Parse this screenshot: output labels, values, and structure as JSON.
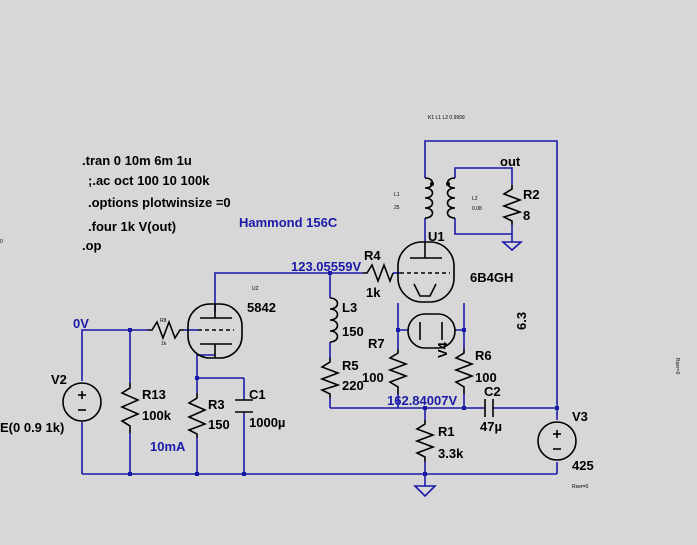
{
  "directives": {
    "tran": ".tran 0 10m 6m 1u",
    "ac": ";.ac oct 100 10 100k",
    "options": ".options plotwinsize =0",
    "four": ".four 1k V(out)",
    "op": ".op"
  },
  "transformer_note": "Hammond 156C",
  "node_labels": {
    "grid_in": "0V",
    "u2_plate": "123.05559V",
    "b_plus": "162.84007V",
    "out": "out",
    "current": "10mA"
  },
  "parts": {
    "u1_name": "U1",
    "u1_value": "6B4GH",
    "u2_name": "U2",
    "u2_value": "5842",
    "r1_name": "R1",
    "r1_value": "3.3k",
    "r2_name": "R2",
    "r2_value": "8",
    "r3_name": "R3",
    "r3_value": "150",
    "r4_name": "R4",
    "r4_value": "1k",
    "r5_name": "R5",
    "r5_value": "220",
    "r6_name": "R6",
    "r6_value": "100",
    "r7_name": "R7",
    "r7_value": "100",
    "r8_name": "R8",
    "r8_value": "1k",
    "r13_name": "R13",
    "r13_value": "100k",
    "c1_name": "C1",
    "c1_value": "1000µ",
    "c2_name": "C2",
    "c2_value": "47µ",
    "l1_name": "L1",
    "l1_value": "25",
    "l2_name": "L2",
    "l2_value": "0.08",
    "l3_name": "L3",
    "l3_value": "150",
    "v2_name": "V2",
    "v2_value": "E(0 0.9 1k)",
    "v3_name": "V3",
    "v3_value": "425",
    "v4_name": "V4",
    "v4_value": "6.3",
    "k_stmt": "K1 L1 L2 0.9999",
    "rser_v3": "Rser=0",
    "rser_side": "Rser=0",
    "left_edge": "0"
  },
  "colors": {
    "wire": "#1a1aa8",
    "background": "#d7d7d7",
    "component": "#000000"
  }
}
